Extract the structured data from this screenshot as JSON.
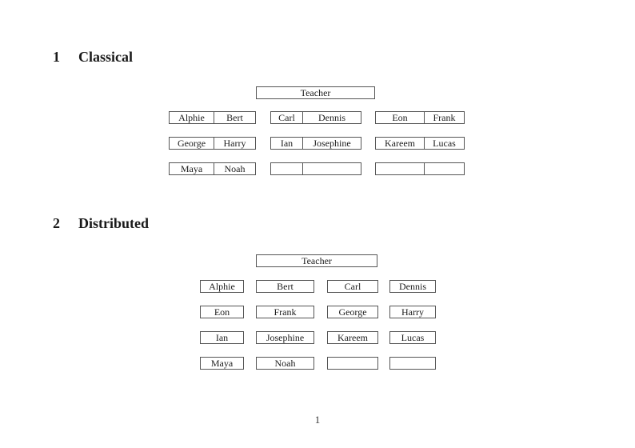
{
  "page_number": "1",
  "sections": [
    {
      "number": "1",
      "title": "Classical",
      "teacher_label": "Teacher",
      "desks": [
        {
          "seats": [
            "Alphie",
            "Bert"
          ]
        },
        {
          "seats": [
            "Carl",
            "Dennis"
          ]
        },
        {
          "seats": [
            "Eon",
            "Frank"
          ]
        },
        {
          "seats": [
            "George",
            "Harry"
          ]
        },
        {
          "seats": [
            "Ian",
            "Josephine"
          ]
        },
        {
          "seats": [
            "Kareem",
            "Lucas"
          ]
        },
        {
          "seats": [
            "Maya",
            "Noah"
          ]
        },
        {
          "seats": [
            "",
            ""
          ]
        },
        {
          "seats": [
            "",
            ""
          ]
        }
      ]
    },
    {
      "number": "2",
      "title": "Distributed",
      "teacher_label": "Teacher",
      "desks": [
        {
          "seats": [
            "Alphie"
          ]
        },
        {
          "seats": [
            "Bert"
          ]
        },
        {
          "seats": [
            "Carl"
          ]
        },
        {
          "seats": [
            "Dennis"
          ]
        },
        {
          "seats": [
            "Eon"
          ]
        },
        {
          "seats": [
            "Frank"
          ]
        },
        {
          "seats": [
            "George"
          ]
        },
        {
          "seats": [
            "Harry"
          ]
        },
        {
          "seats": [
            "Ian"
          ]
        },
        {
          "seats": [
            "Josephine"
          ]
        },
        {
          "seats": [
            "Kareem"
          ]
        },
        {
          "seats": [
            "Lucas"
          ]
        },
        {
          "seats": [
            "Maya"
          ]
        },
        {
          "seats": [
            "Noah"
          ]
        },
        {
          "seats": [
            ""
          ]
        },
        {
          "seats": [
            ""
          ]
        }
      ]
    }
  ]
}
